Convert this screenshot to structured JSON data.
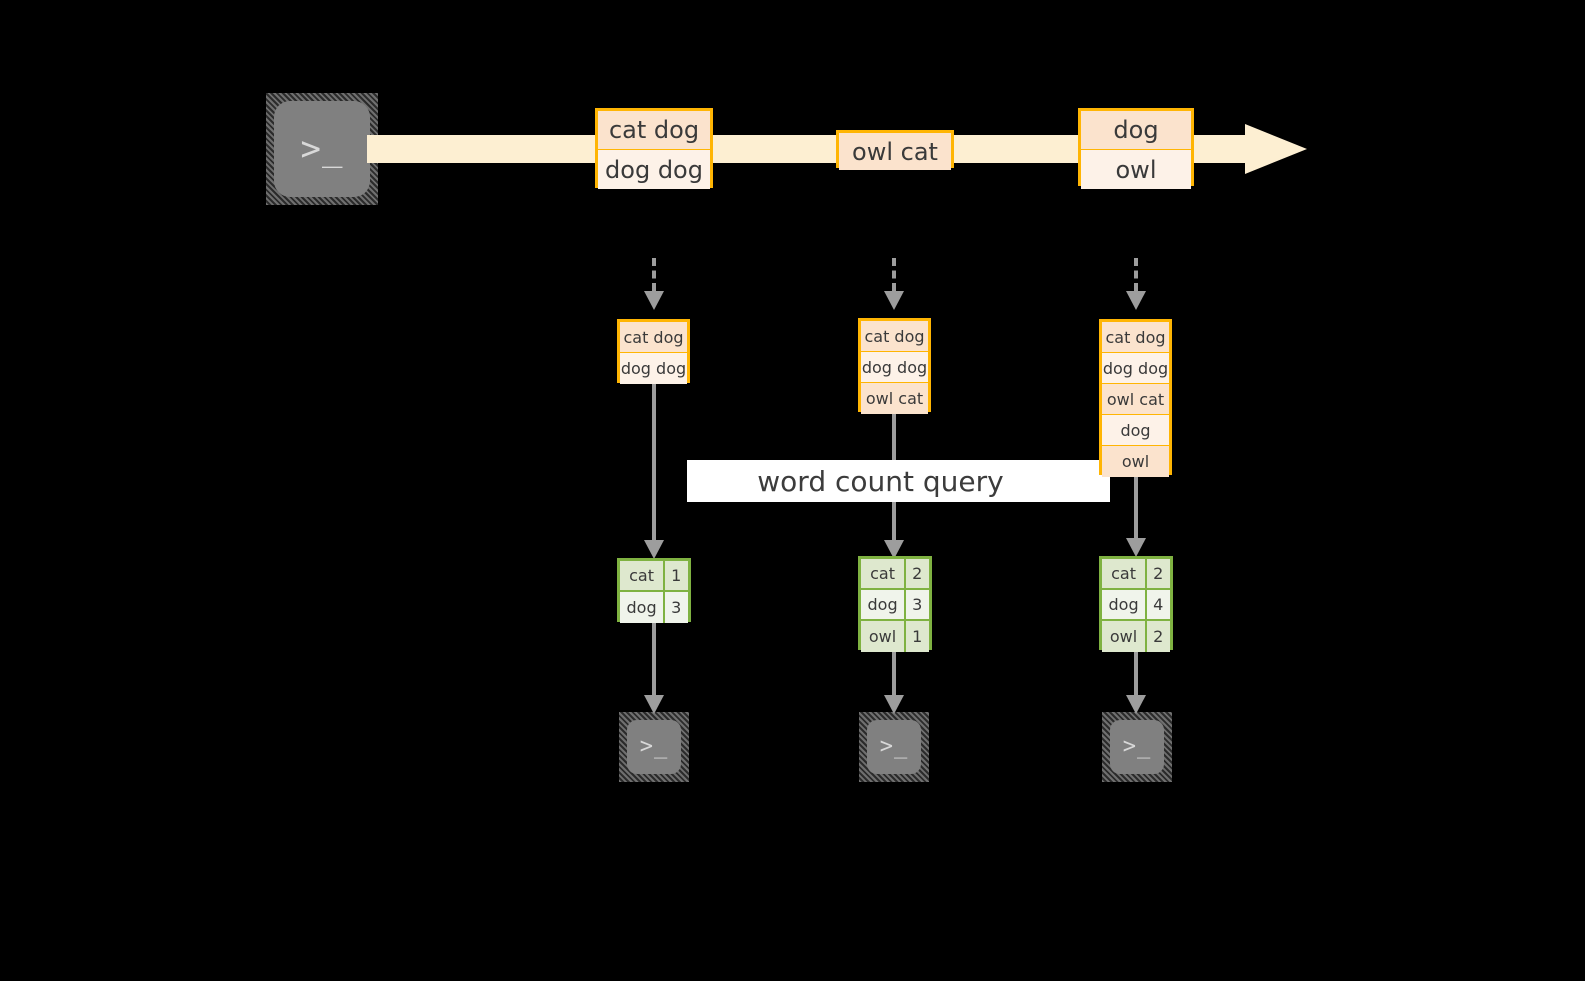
{
  "diagram": {
    "title_label": "word count query",
    "colors": {
      "background": "#000000",
      "stream_fill": "#FDEFD2",
      "log_border": "#FFB503",
      "log_fill_dark": "#FBE3CD",
      "log_fill_light": "#FDF2E8",
      "table_border": "#7FB241",
      "table_fill_dark": "#DEE8CE",
      "table_fill_light": "#F0F4EB",
      "connector": "#9D9D9D",
      "icon_fill": "#808080",
      "label_band": "#FFFFFF"
    }
  },
  "producer": {
    "icon": "terminal-icon",
    "glyph": ">_"
  },
  "stream": {
    "icon": "arrow-right-icon",
    "events": [
      {
        "name": "event-1",
        "lines": [
          "cat dog",
          "dog dog"
        ]
      },
      {
        "name": "event-2",
        "lines": [
          "owl cat"
        ]
      },
      {
        "name": "event-3",
        "lines": [
          "dog",
          "owl"
        ]
      }
    ]
  },
  "snapshots": [
    {
      "name": "snapshot-1",
      "log": [
        "cat dog",
        "dog dog"
      ],
      "table": [
        {
          "word": "cat",
          "count": "1"
        },
        {
          "word": "dog",
          "count": "3"
        }
      ],
      "consumer": {
        "icon": "terminal-icon",
        "glyph": ">_"
      }
    },
    {
      "name": "snapshot-2",
      "log": [
        "cat dog",
        "dog dog",
        "owl cat"
      ],
      "table": [
        {
          "word": "cat",
          "count": "2"
        },
        {
          "word": "dog",
          "count": "3"
        },
        {
          "word": "owl",
          "count": "1"
        }
      ],
      "consumer": {
        "icon": "terminal-icon",
        "glyph": ">_"
      }
    },
    {
      "name": "snapshot-3",
      "log": [
        "cat dog",
        "dog dog",
        "owl cat",
        "dog",
        "owl"
      ],
      "table": [
        {
          "word": "cat",
          "count": "2"
        },
        {
          "word": "dog",
          "count": "4"
        },
        {
          "word": "owl",
          "count": "2"
        }
      ],
      "consumer": {
        "icon": "terminal-icon",
        "glyph": ">_"
      }
    }
  ]
}
